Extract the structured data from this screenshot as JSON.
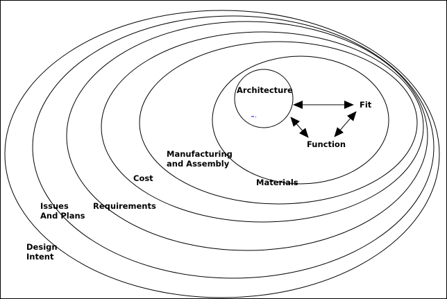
{
  "layers": [
    {
      "id": "design-intent",
      "label_lines": [
        "Design",
        "Intent"
      ]
    },
    {
      "id": "issues-and-plans",
      "label_lines": [
        "Issues",
        "And Plans"
      ]
    },
    {
      "id": "requirements",
      "label_lines": [
        "Requirements"
      ]
    },
    {
      "id": "cost",
      "label_lines": [
        "Cost"
      ]
    },
    {
      "id": "manufacturing",
      "label_lines": [
        "Manufacturing",
        "and Assembly"
      ]
    },
    {
      "id": "materials",
      "label_lines": [
        "Materials"
      ]
    }
  ],
  "core": {
    "architecture": "Architecture",
    "fit": "Fit",
    "function": "Function"
  },
  "colors": {
    "line": "#000000",
    "marker": "#0000ff"
  }
}
